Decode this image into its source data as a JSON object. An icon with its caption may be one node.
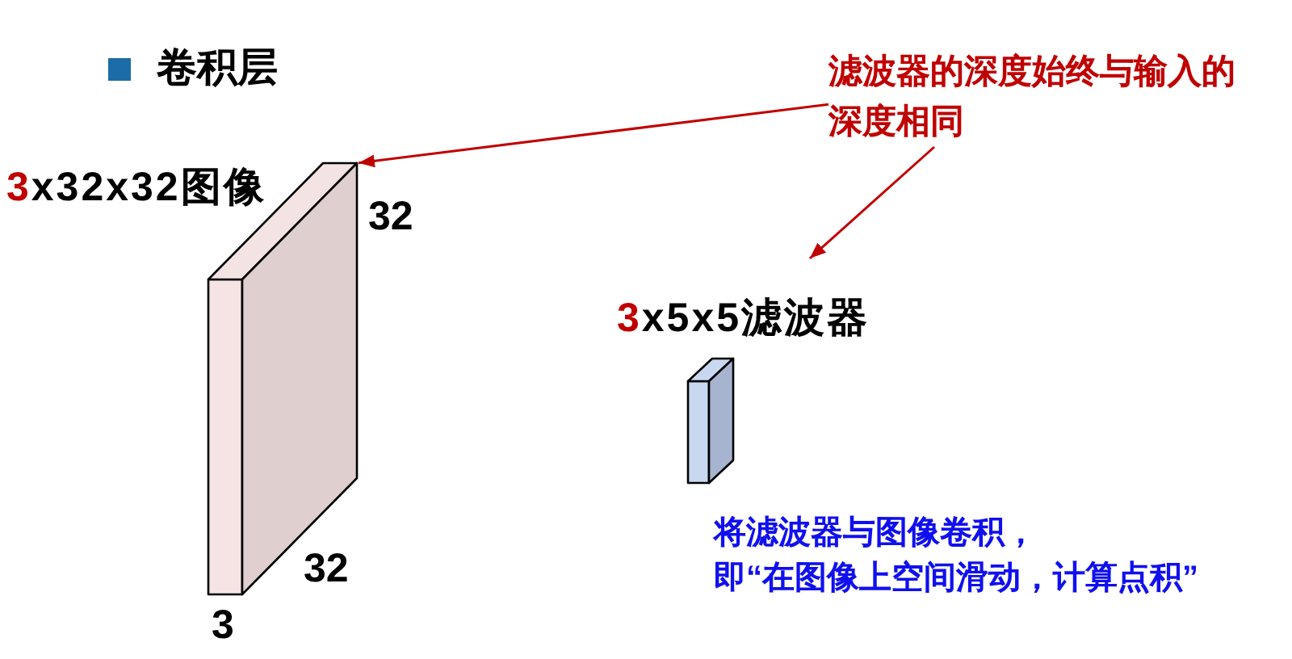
{
  "diagram": {
    "title": "卷积层",
    "nodes": [
      {
        "text": [
          "3x32x32图像"
        ]
      },
      {
        "text": [
          "3x5x5滤波器"
        ]
      },
      {
        "text": [
          "滤波器的深度始终与输入的深度相同"
        ]
      }
    ],
    "edges": [
      {
        "from": 2,
        "to": 0,
        "arrow": "to"
      },
      {
        "from": 2,
        "to": 1,
        "arrow": "to"
      }
    ],
    "labels": [
      "32",
      "32",
      "3",
      "将滤波器与图像卷积，",
      "即“在图像上空间滑动，计算点积”"
    ]
  }
}
